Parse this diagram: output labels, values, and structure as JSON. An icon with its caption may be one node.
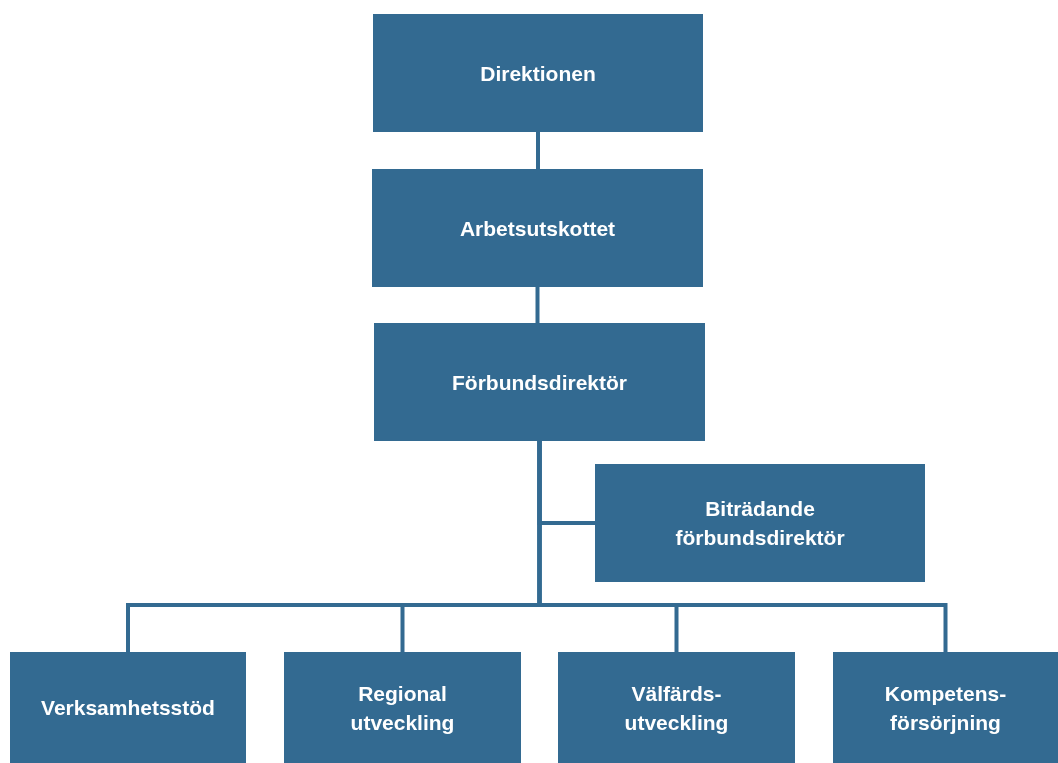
{
  "diagram": {
    "nodes": [
      {
        "text": [
          "Direktionen"
        ]
      },
      {
        "text": [
          "Arbetsutskottet"
        ]
      },
      {
        "text": [
          "Förbundsdirektör"
        ]
      },
      {
        "text": [
          "Biträdande förbundsdirektör"
        ]
      },
      {
        "text": [
          "Verksamhetsstöd"
        ]
      },
      {
        "text": [
          "Regional utveckling"
        ]
      },
      {
        "text": [
          "Välfärds- utveckling"
        ]
      },
      {
        "text": [
          "Kompetens- försörjning"
        ]
      }
    ],
    "edges": [
      {
        "from": 0,
        "to": 1,
        "arrow": "none"
      },
      {
        "from": 1,
        "to": 2,
        "arrow": "none"
      },
      {
        "from": 2,
        "to": 3,
        "arrow": "none"
      },
      {
        "from": 2,
        "to": 4,
        "arrow": "none"
      },
      {
        "from": 2,
        "to": 5,
        "arrow": "none"
      },
      {
        "from": 2,
        "to": 6,
        "arrow": "none"
      },
      {
        "from": 2,
        "to": 7,
        "arrow": "none"
      }
    ]
  }
}
